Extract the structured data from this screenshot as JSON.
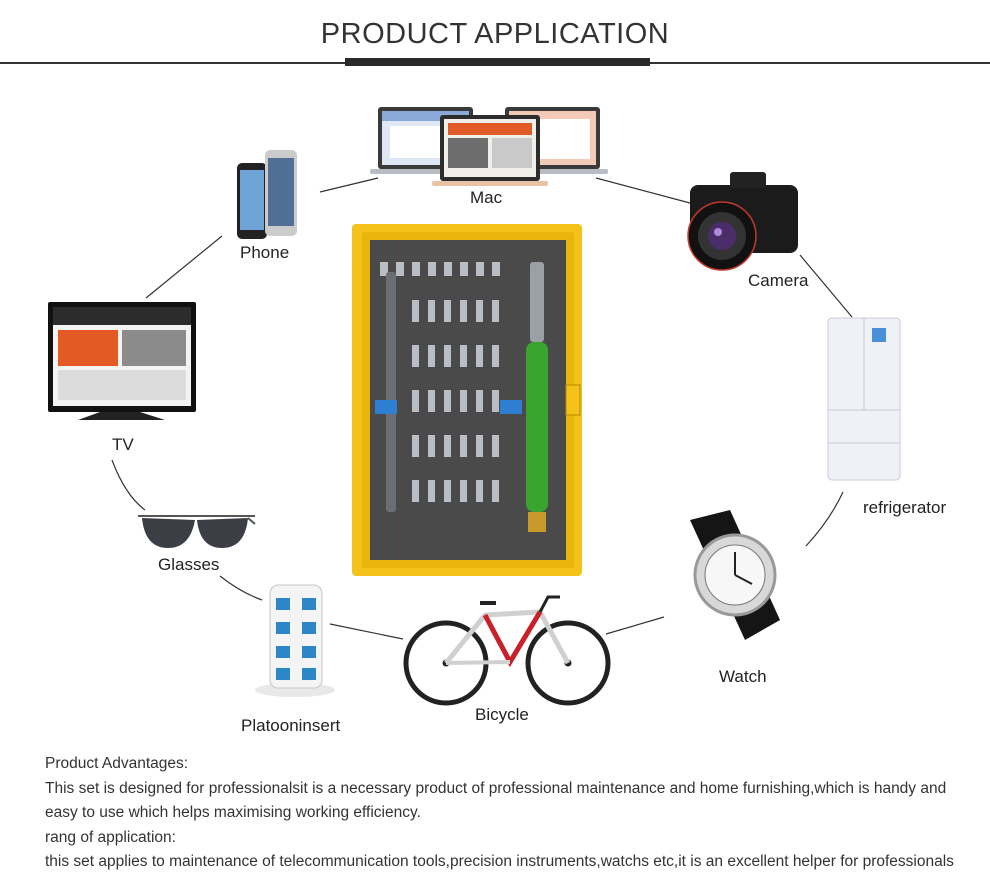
{
  "header": {
    "title": "PRODUCT APPLICATION"
  },
  "applications": {
    "mac": "Mac",
    "phone": "Phone",
    "camera": "Camera",
    "tv": "TV",
    "refrigerator": "refrigerator",
    "glasses": "Glasses",
    "watch": "Watch",
    "platooninsert": "Platooninsert",
    "bicycle": "Bicycle"
  },
  "advantages": {
    "heading": "Product Advantages:",
    "line1": "This set is designed for professionalsit is a necessary product of professional maintenance and home furnishing,which is handy and",
    "line2": "easy to use which helps maximising working efficiency.",
    "scope_heading": "rang of application:",
    "line3": "this set applies to maintenance of telecommunication tools,precision instruments,watchs etc,it is an excellent helper for professionals"
  },
  "colors": {
    "case_yellow": "#f5c21b",
    "foam": "#4a4a4a",
    "screwdriver_green": "#3aa52e",
    "accent_blue": "#2e7fd1"
  }
}
